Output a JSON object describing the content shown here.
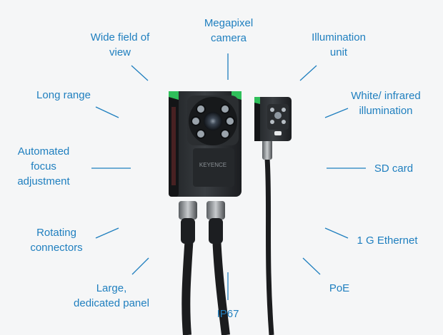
{
  "theme": {
    "accent": "#1f7fbf",
    "background": "#f5f6f7"
  },
  "features": [
    {
      "id": "wide-field",
      "text": "Wide field of\nview"
    },
    {
      "id": "megapixel",
      "text": "Megapixel\ncamera"
    },
    {
      "id": "illumination-unit",
      "text": "Illumination\nunit"
    },
    {
      "id": "long-range",
      "text": "Long range"
    },
    {
      "id": "white-infrared",
      "text": "White/ infrared\nillumination"
    },
    {
      "id": "autofocus",
      "text": "Automated\nfocus\nadjustment"
    },
    {
      "id": "sd-card",
      "text": "SD card"
    },
    {
      "id": "rotating",
      "text": "Rotating\nconnectors"
    },
    {
      "id": "ethernet",
      "text": "1 G Ethernet"
    },
    {
      "id": "large-panel",
      "text": "Large,\ndedicated panel"
    },
    {
      "id": "poe",
      "text": "PoE"
    },
    {
      "id": "ip67",
      "text": "IP67"
    }
  ],
  "product": {
    "camera_brand": "KEYENCE"
  }
}
